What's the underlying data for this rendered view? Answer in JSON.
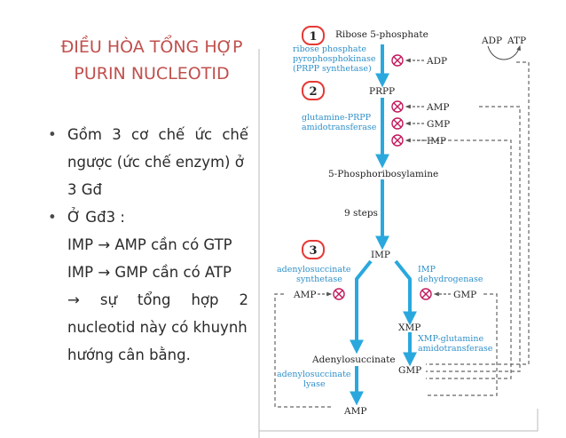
{
  "slide": {
    "title_line1": "ĐIỀU HÒA TỔNG HỢP",
    "title_line2": "PURIN NUCLEOTID",
    "bullet1_line1": "Gồm 3 cơ chế ức chế",
    "bullet1_line2": "ngược (ức chế enzym) ở",
    "bullet1_line3": "3 Gđ",
    "bullet2_line1": "Ở Gđ3 :",
    "sub1_a": "IMP",
    "sub1_b": "AMP cần có GTP",
    "sub2_a": "IMP",
    "sub2_b": "GMP  cần có ATP",
    "sub3": "sự tổng hợp 2",
    "sub4": "nucleotid này có khuynh",
    "sub5": "hướng cân bằng.",
    "arrow_glyph": "→",
    "bullet_glyph": "•"
  },
  "diagram": {
    "step1": "1",
    "step2": "2",
    "step3": "3",
    "ribose5p": "Ribose 5-phosphate",
    "enzyme1_l1": "ribose phosphate",
    "enzyme1_l2": "pyrophosphokinase",
    "enzyme1_l3": "(PRPP synthetase)",
    "prpp": "PRPP",
    "enzyme2_l1": "glutamine-PRPP",
    "enzyme2_l2": "amidotransferase",
    "prib": "5-Phosphoribosylamine",
    "nine_steps": "9 steps",
    "imp": "IMP",
    "adss_l1": "adenylosuccinate",
    "adss_l2": "synthetase",
    "impdh_l1": "IMP",
    "impdh_l2": "dehydrogenase",
    "xmp": "XMP",
    "gmps_l1": "XMP-glutamine",
    "gmps_l2": "amidotransferase",
    "adenylosuccinate": "Adenylosuccinate",
    "gmp": "GMP",
    "adsl_l1": "adenylosuccinate",
    "adsl_l2": "lyase",
    "amp_bottom": "AMP",
    "adp": "ADP",
    "atp": "ATP",
    "inh_adp": "ADP",
    "inh_amp": "AMP",
    "inh_gmp": "GMP",
    "inh_imp": "IMP",
    "inh_amp_left": "AMP",
    "inh_gmp_right": "GMP",
    "colors": {
      "pathway": "#2aa8de",
      "enzyme_text": "#2e8fc9",
      "marker": "#e53935",
      "inhibit_symbol": "#c2185b",
      "title": "#c0504d"
    }
  }
}
